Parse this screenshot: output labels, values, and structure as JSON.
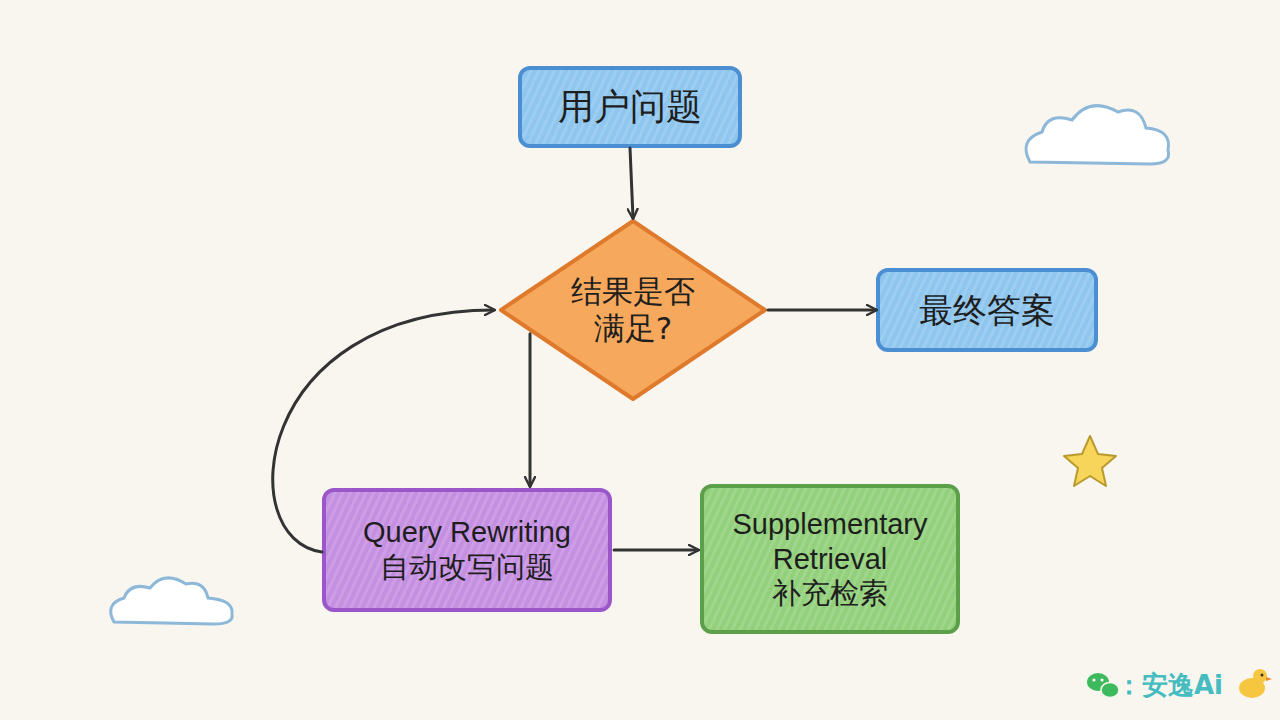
{
  "diagram": {
    "nodes": [
      {
        "text": [
          "用户问题"
        ]
      },
      {
        "text": [
          "结果是否满足?"
        ]
      },
      {
        "text": [
          "最终答案"
        ]
      },
      {
        "text": [
          "Query Rewriting",
          "自动改写问题"
        ]
      },
      {
        "text": [
          "Supplementary Retrieval",
          "补充检索"
        ]
      }
    ],
    "edges": [
      {
        "from": 0,
        "to": 1,
        "arrow": "to"
      },
      {
        "from": 1,
        "to": 2,
        "arrow": "to"
      },
      {
        "from": 1,
        "to": 3,
        "arrow": "to"
      },
      {
        "from": 3,
        "to": 1,
        "arrow": "to"
      },
      {
        "from": 3,
        "to": 4,
        "arrow": "to"
      }
    ],
    "labels": [
      "：安逸Ai"
    ]
  }
}
